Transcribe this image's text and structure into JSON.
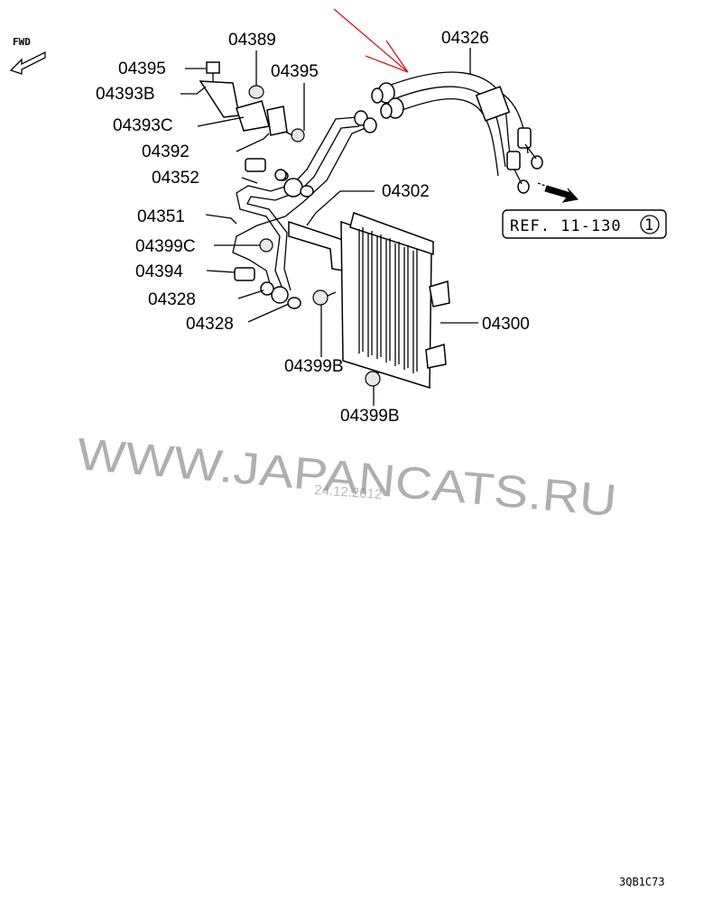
{
  "diagram": {
    "fwd_label": "FWD",
    "ref_label": "REF. 11-130",
    "ref_circle": "1",
    "drawing_code": "3QB1C73",
    "watermark": "WWW.JAPANCATS.RU",
    "watermark_date": "24.12.2012",
    "parts": {
      "p04389": "04389",
      "p04395a": "04395",
      "p04395b": "04395",
      "p04393B": "04393B",
      "p04393C": "04393C",
      "p04392": "04392",
      "p04352": "04352",
      "p04351": "04351",
      "p04399C": "04399C",
      "p04394": "04394",
      "p04328a": "04328",
      "p04328b": "04328",
      "p04326": "04326",
      "p04302": "04302",
      "p04300": "04300",
      "p04399Ba": "04399B",
      "p04399Bb": "04399B"
    },
    "colors": {
      "lines": "#000000",
      "annotation_arrow": "#d42020",
      "watermark": "#6e6e6e"
    }
  }
}
